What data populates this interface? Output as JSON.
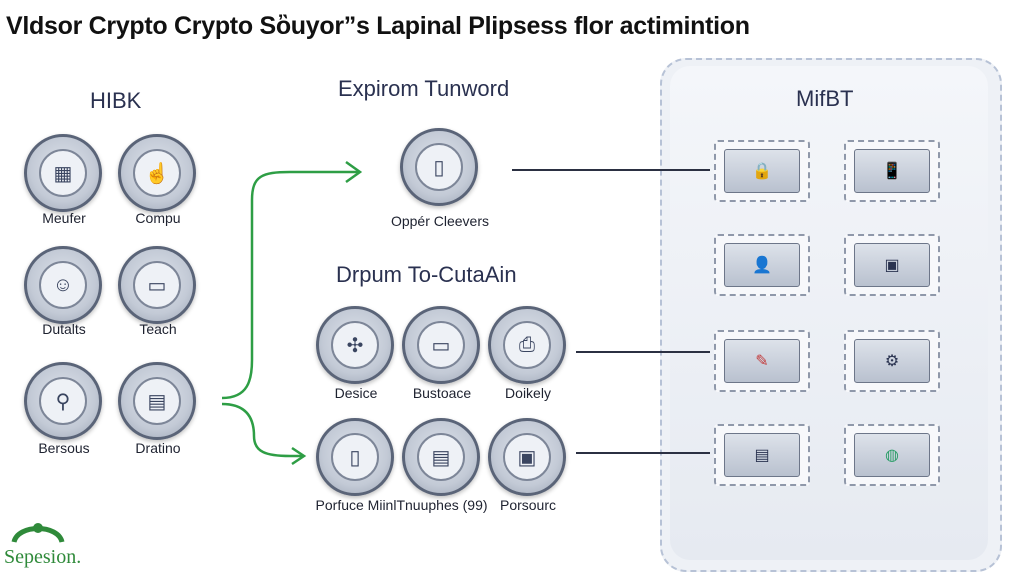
{
  "title": "Vldsor Crypto Crypto Sὂuyor”s Lapinal Plipsess flor actimintion",
  "left_column": {
    "heading": "HIBK",
    "items": [
      {
        "label": "Meufer",
        "icon": "shield-grid-icon"
      },
      {
        "label": "Compu",
        "icon": "hand-pointer-icon"
      },
      {
        "label": "Dutalts",
        "icon": "person-desk-icon"
      },
      {
        "label": "Teach",
        "icon": "monitor-icon"
      },
      {
        "label": "Bersous",
        "icon": "usb-key-icon"
      },
      {
        "label": "Dratino",
        "icon": "document-icon"
      }
    ]
  },
  "middle_top": {
    "heading": "Expirom Tunword",
    "item": {
      "label": "Oppér Cleevers",
      "icon": "tablet-icon"
    }
  },
  "middle_bottom": {
    "heading": "Drpum To-CutaAin",
    "items": [
      {
        "label": "Desice",
        "icon": "network-icon"
      },
      {
        "label": "Bustoace",
        "icon": "laptop-icon"
      },
      {
        "label": "Doikely",
        "icon": "printer-icon"
      },
      {
        "label": "Porfuce Miinl",
        "icon": "phone-icon"
      },
      {
        "label": "Tnuuphes (99)",
        "icon": "card-icon"
      },
      {
        "label": "Porsourc",
        "icon": "browser-icon"
      }
    ]
  },
  "right_panel": {
    "heading": "MifBT",
    "screens": [
      {
        "icon": "lock-icon",
        "glyph": "🔒"
      },
      {
        "icon": "phone-alert-icon",
        "glyph": "📱"
      },
      {
        "icon": "person-chart-icon",
        "glyph": "👤"
      },
      {
        "icon": "frame-icon",
        "glyph": "▣"
      },
      {
        "icon": "red-pen-icon",
        "glyph": "✎"
      },
      {
        "icon": "settings-icon",
        "glyph": "⚙"
      },
      {
        "icon": "cards-icon",
        "glyph": "▤"
      },
      {
        "icon": "green-globe-icon",
        "glyph": "◍"
      }
    ]
  },
  "logo": {
    "text": "Sepesion."
  },
  "colors": {
    "arrow": "#2e9e45",
    "connector": "#2b3042",
    "accent_green": "#2f8a3a"
  }
}
